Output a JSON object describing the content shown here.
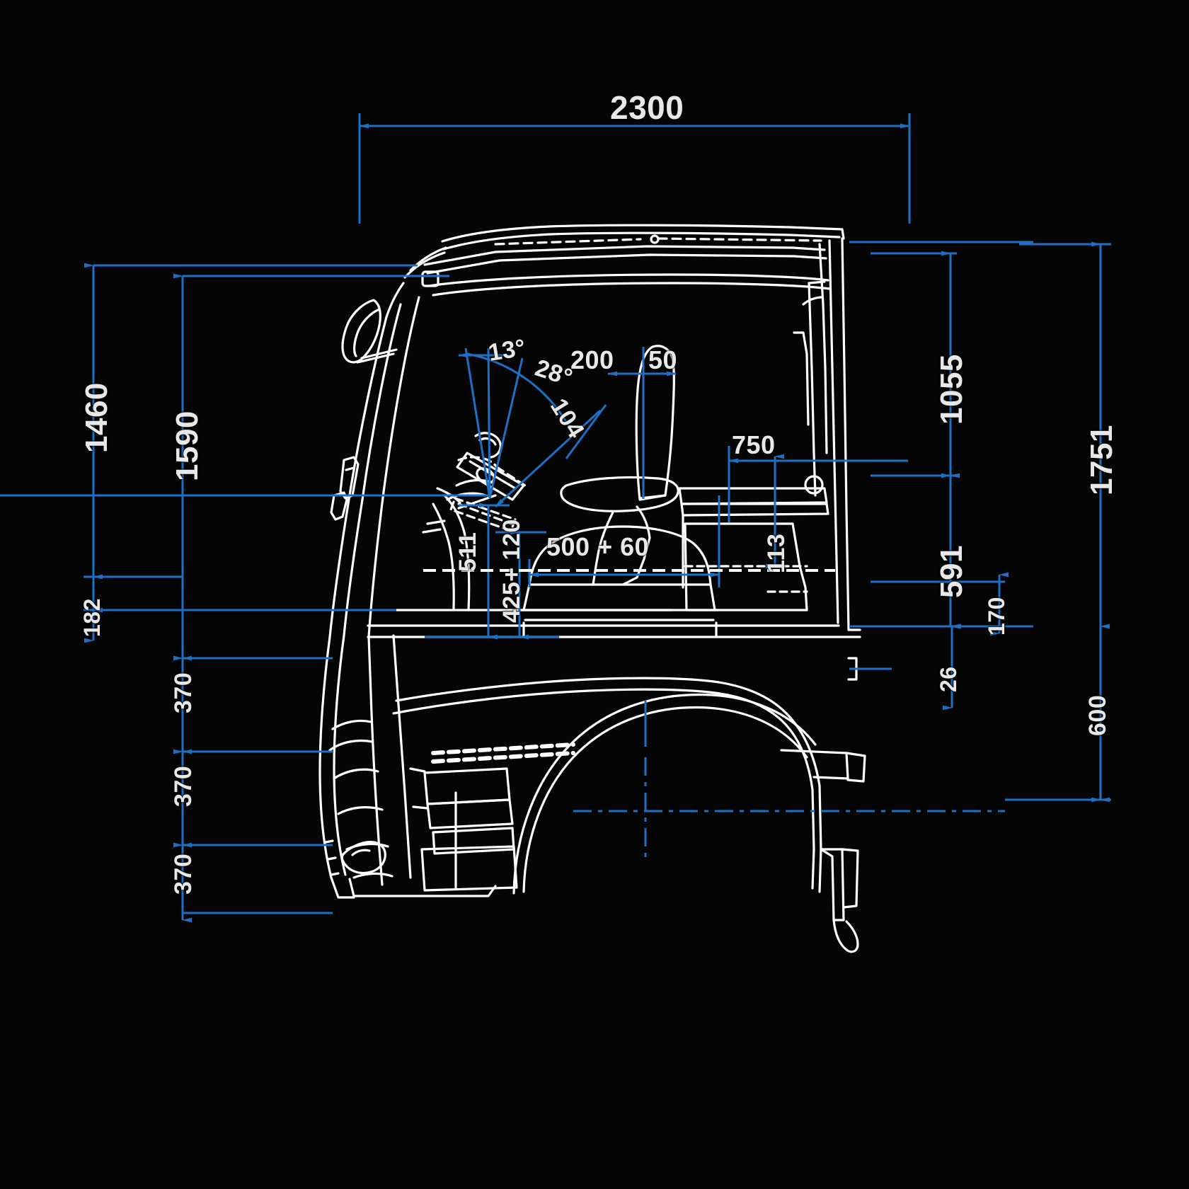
{
  "drawing": {
    "title": "Truck cab side-view dimensioned drawing",
    "background_color": "#050505",
    "outline_color": "#ffffff",
    "dimension_color": "#1f6fc4",
    "text_color": "#e8e8e8",
    "units": "mm"
  },
  "dimensions": {
    "overall_width_top": "2300",
    "left_outer_height": "1460",
    "left_inner_height": "1590",
    "left_step_182": "182",
    "left_step_370_a": "370",
    "left_step_370_b": "370",
    "left_step_370_c": "370",
    "right_upper_1055": "1055",
    "right_lower_591": "591",
    "right_170": "170",
    "right_26": "26",
    "far_right_1751": "1751",
    "far_right_600": "600",
    "steering_angle_13": "13°",
    "steering_angle_28": "28°",
    "steering_reach_104": "104",
    "dash_offset_200": "200",
    "dash_offset_50": "50",
    "bunk_depth_750": "750",
    "bunk_height_113": "113",
    "seat_height_511": "511",
    "seat_travel_425_120": "425+ 120",
    "seat_fore_aft_500_60": "500 + 60"
  }
}
